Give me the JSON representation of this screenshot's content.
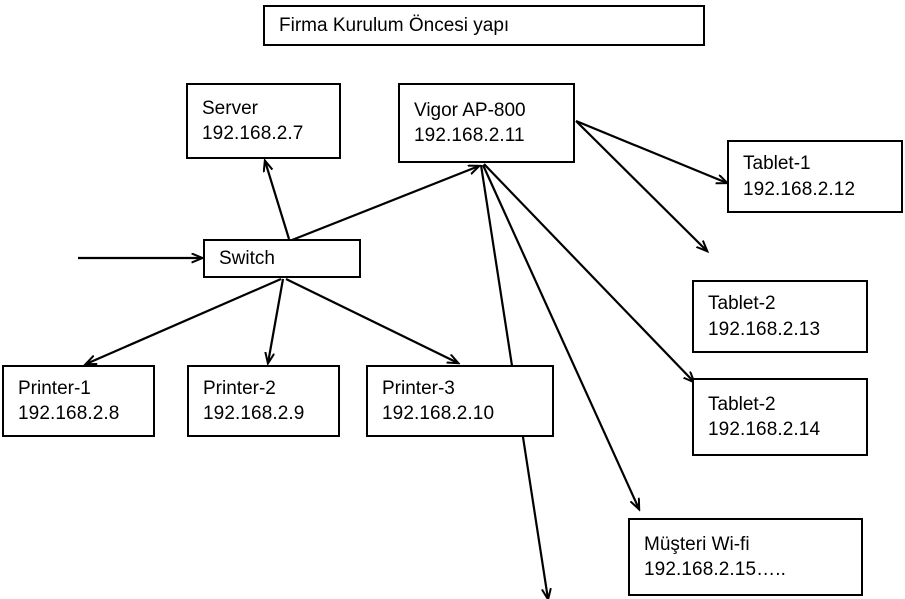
{
  "diagram": {
    "title": "Firma Kurulum Öncesi yapı",
    "nodes": [
      {
        "id": "server",
        "line1": "Server",
        "line2": "192.168.2.7"
      },
      {
        "id": "vigor",
        "line1": "Vigor AP-800",
        "line2": "192.168.2.11"
      },
      {
        "id": "switch",
        "line1": "Switch",
        "line2": ""
      },
      {
        "id": "printer1",
        "line1": "Printer-1",
        "line2": "192.168.2.8"
      },
      {
        "id": "printer2",
        "line1": "Printer-2",
        "line2": "192.168.2.9"
      },
      {
        "id": "printer3",
        "line1": "Printer-3",
        "line2": "192.168.2.10"
      },
      {
        "id": "tablet1",
        "line1": "Tablet-1",
        "line2": "192.168.2.12"
      },
      {
        "id": "tablet2",
        "line1": "Tablet-2",
        "line2": "192.168.2.13"
      },
      {
        "id": "tablet3",
        "line1": "Tablet-2",
        "line2": "192.168.2.14"
      },
      {
        "id": "wifi",
        "line1": "Müşteri Wi-fi",
        "line2": "192.168.2.15….."
      }
    ],
    "edges": [
      {
        "id": "uplink-to-switch",
        "from": "uplink",
        "to": "switch"
      },
      {
        "id": "switch-to-server",
        "from": "switch",
        "to": "server"
      },
      {
        "id": "switch-to-vigor",
        "from": "switch",
        "to": "vigor"
      },
      {
        "id": "switch-to-printer1",
        "from": "switch",
        "to": "printer1"
      },
      {
        "id": "switch-to-printer2",
        "from": "switch",
        "to": "printer2"
      },
      {
        "id": "switch-to-printer3",
        "from": "switch",
        "to": "printer3"
      },
      {
        "id": "vigor-to-tablet1",
        "from": "vigor",
        "to": "tablet1"
      },
      {
        "id": "vigor-to-open",
        "from": "vigor",
        "to": "unlabeled"
      },
      {
        "id": "vigor-to-tablet3",
        "from": "vigor",
        "to": "tablet3"
      },
      {
        "id": "vigor-to-wifi",
        "from": "vigor",
        "to": "wifi"
      },
      {
        "id": "vigor-to-down",
        "from": "vigor",
        "to": "unlabeled2"
      }
    ],
    "colors": {
      "stroke": "#000000",
      "background": "#ffffff",
      "text": "#000000"
    }
  }
}
